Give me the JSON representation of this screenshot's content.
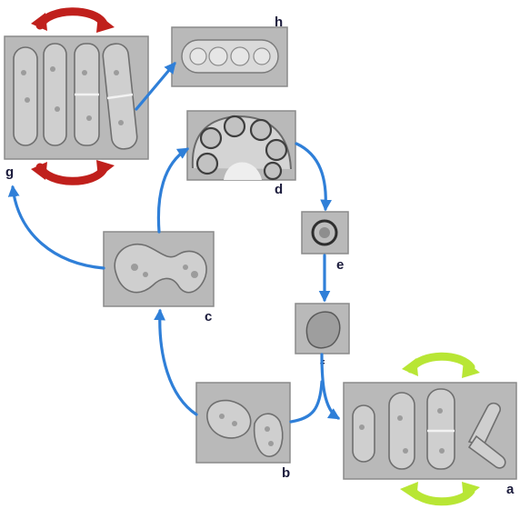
{
  "labels": {
    "a": "a",
    "b": "b",
    "c": "c",
    "d": "d",
    "e": "e",
    "f": "f",
    "g": "g",
    "h": "h"
  },
  "colors": {
    "arrow": "#2f7fd8",
    "mating_cycle_arrows": "#c0201c",
    "vegetative_cycle_arrows": "#b8e635"
  },
  "icons": [
    "cycle-arrow-icon",
    "arrowhead-icon"
  ]
}
